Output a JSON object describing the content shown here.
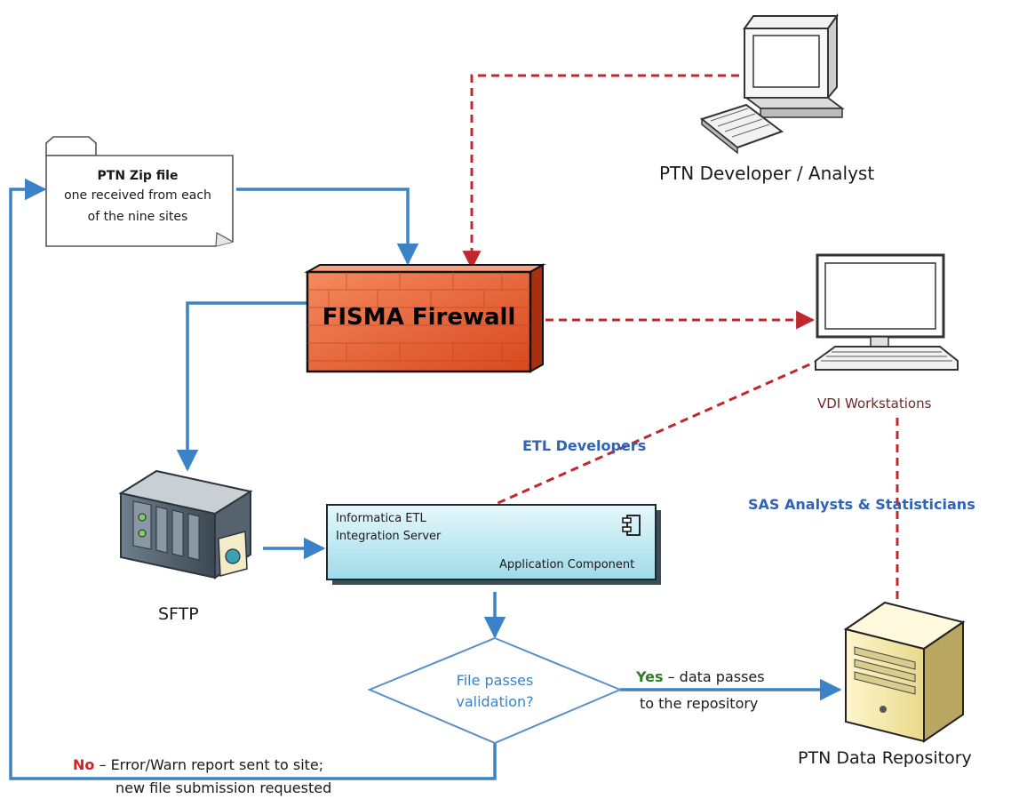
{
  "zip_file": {
    "title": "PTN Zip file",
    "line1": "one received from each",
    "line2": "of the nine sites"
  },
  "firewall": {
    "label": "FISMA Firewall"
  },
  "developer": {
    "label": "PTN Developer / Analyst"
  },
  "vdi": {
    "label": "VDI Workstations"
  },
  "etl_developers": {
    "label": "ETL Developers"
  },
  "sas_analysts": {
    "label": "SAS Analysts & Statisticians"
  },
  "sftp": {
    "label": "SFTP"
  },
  "informatica": {
    "line1": "Informatica ETL",
    "line2": "Integration Server",
    "component_label": "Application Component"
  },
  "decision": {
    "line1": "File passes",
    "line2": "validation?"
  },
  "yes_path": {
    "keyword": "Yes",
    "text1": " – data passes",
    "text2": "to the repository"
  },
  "no_path": {
    "keyword": "No",
    "text1": " – Error/Warn report sent to site;",
    "text2": "new file submission requested"
  },
  "repository": {
    "label": "PTN Data Repository"
  },
  "colors": {
    "blue_flow": "#3b82c6",
    "red_dashed": "#c0282d",
    "firewall": "#e8603a",
    "label_blue": "#2e63b8",
    "yes_green": "#2e7d22",
    "no_red": "#d81e1e"
  }
}
